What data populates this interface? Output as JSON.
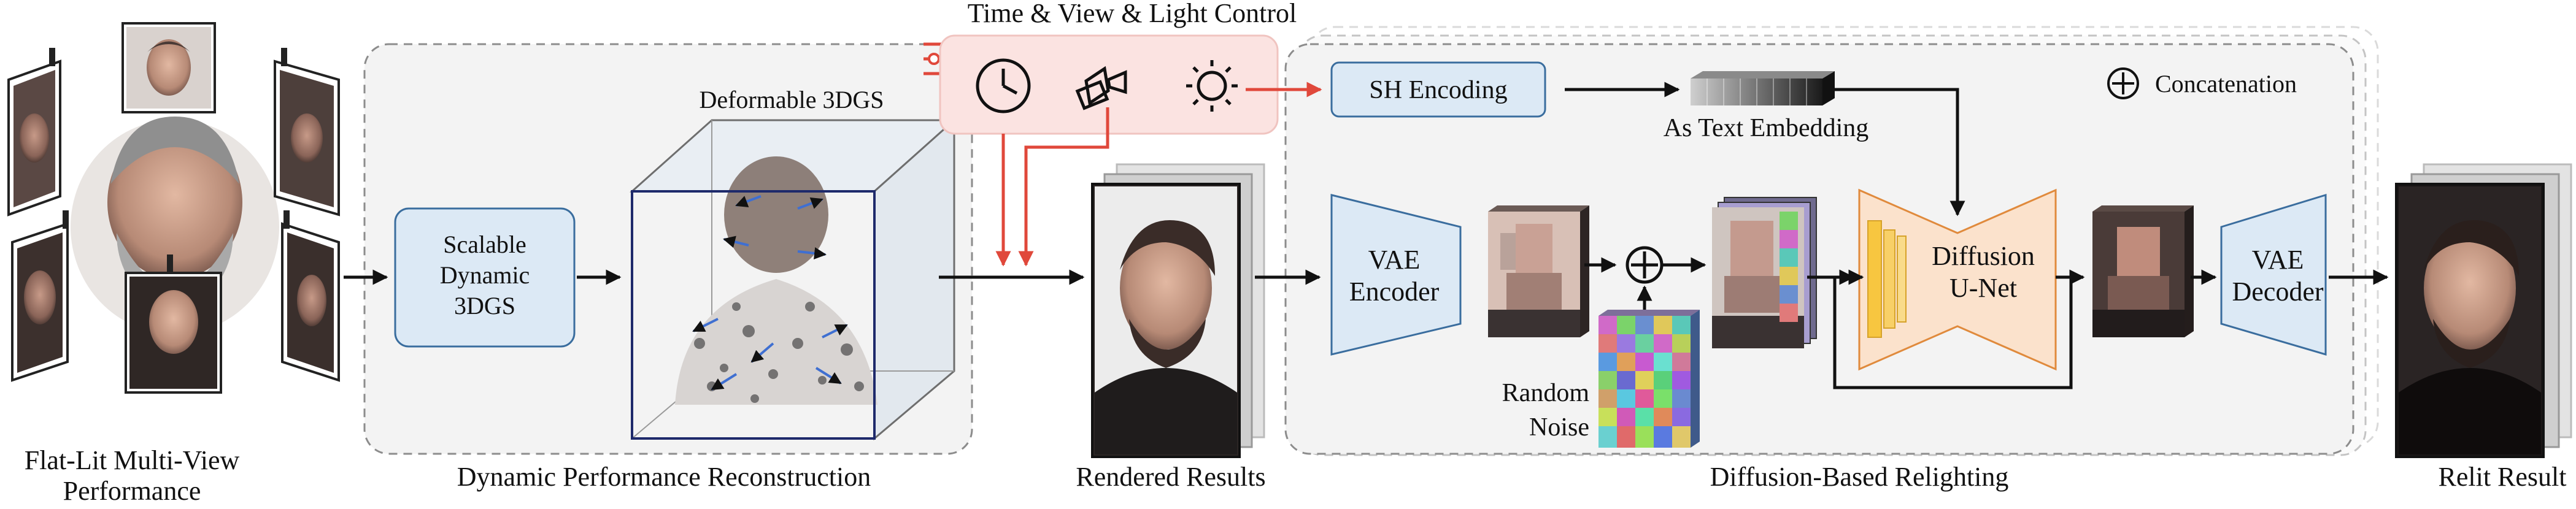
{
  "labels": {
    "input_label_line1": "Flat-Lit Multi-View",
    "input_label_line2": "Performance",
    "reconstruction_title": "Dynamic Performance Reconstruction",
    "scalable_line1": "Scalable",
    "scalable_line2": "Dynamic",
    "scalable_line3": "3DGS",
    "deformable_title": "Deformable 3DGS",
    "control_title": "Time & View & Light Control",
    "rendered_label": "Rendered Results",
    "sh_encoding": "SH Encoding",
    "text_embedding": "As Text Embedding",
    "concatenation": "Concatenation",
    "vae_encoder_line1": "VAE",
    "vae_encoder_line2": "Encoder",
    "random_noise_line1": "Random",
    "random_noise_line2": "Noise",
    "unet_line1": "Diffusion",
    "unet_line2": "U-Net",
    "vae_decoder_line1": "VAE",
    "vae_decoder_line2": "Decoder",
    "diffusion_title": "Diffusion-Based Relighting",
    "relit_label": "Relit Result"
  },
  "icons": {
    "controls": [
      "clock-icon",
      "camera-icon",
      "sun-icon",
      "sliders-icon"
    ],
    "concat": "plus-circle-icon"
  },
  "colors": {
    "box_fill": "#dce9f5",
    "box_stroke": "#3a6d9e",
    "control_fill": "#fbe3e1",
    "control_arrow": "#e0483b",
    "unet_fill": "#fbe2cc",
    "unet_stroke": "#e08a3c",
    "unet_layers": "#f7c640",
    "panel_fill": "#f3f3f3",
    "panel_stroke": "#8c8c8c"
  }
}
